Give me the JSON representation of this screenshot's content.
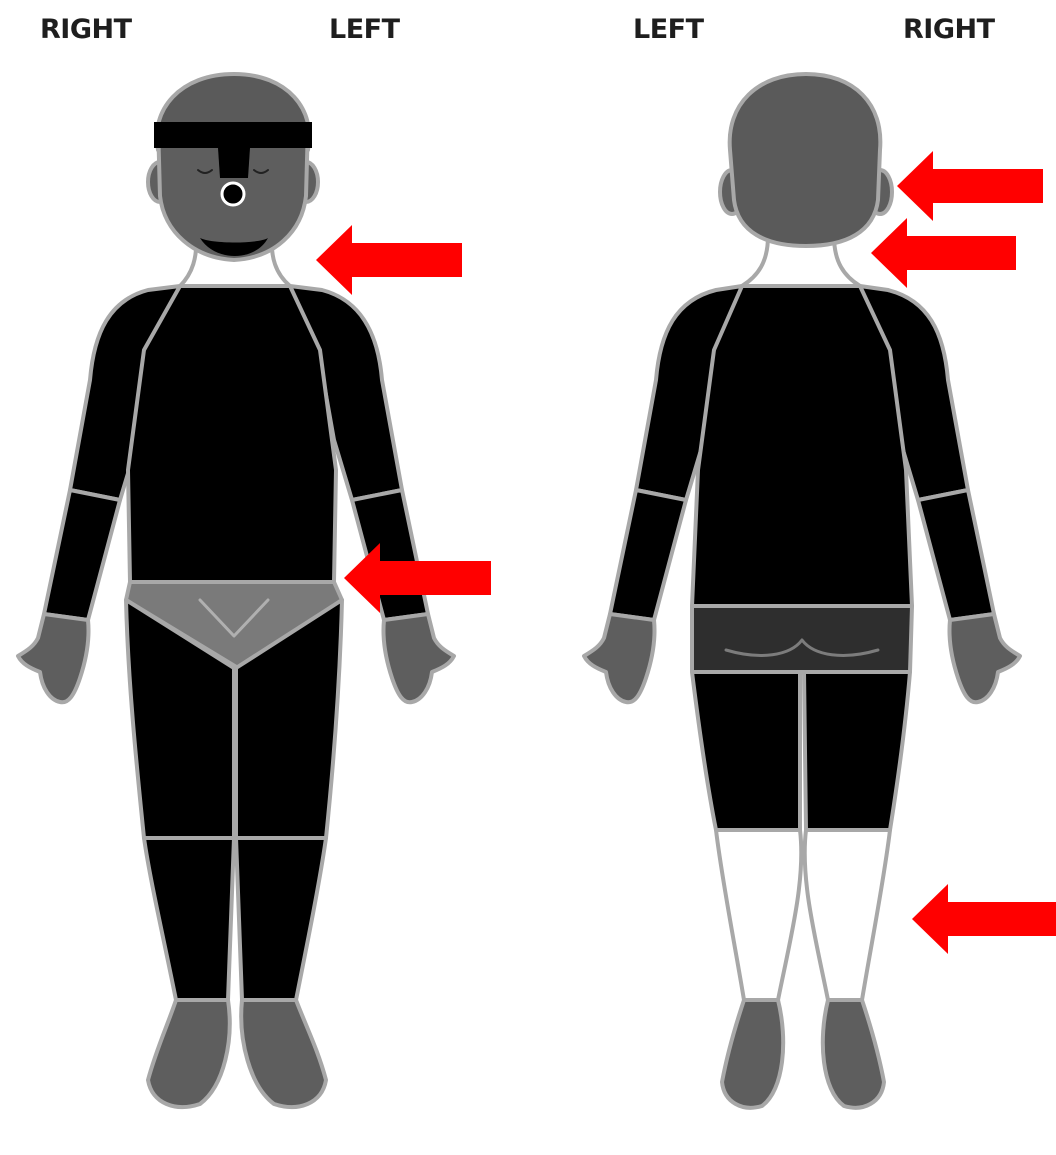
{
  "front_view": {
    "label_left": "RIGHT",
    "label_right": "LEFT"
  },
  "back_view": {
    "label_left": "LEFT",
    "label_right": "RIGHT"
  },
  "colors": {
    "covered": "#000000",
    "outline": "#a8a8a8",
    "skin": "#5e5e5e",
    "uncovered": "#ffffff",
    "shorts": "#2e2e2e",
    "underwear": "#7a7a7a",
    "arrow": "#ff0000"
  },
  "arrows": [
    {
      "points_to": "front neck"
    },
    {
      "points_to": "front groin"
    },
    {
      "points_to": "back of head"
    },
    {
      "points_to": "back neck"
    },
    {
      "points_to": "back lower legs"
    }
  ]
}
